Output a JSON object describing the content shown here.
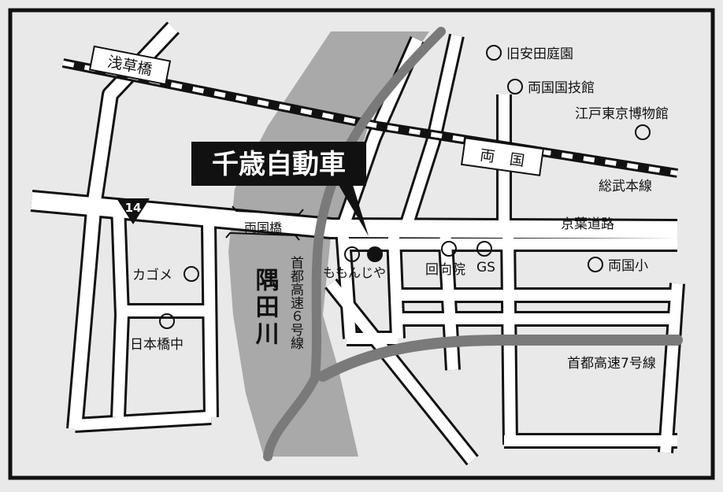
{
  "title": "千歳自動車",
  "stations": {
    "asakusabashi": "浅草橋",
    "ryogoku": "両　国"
  },
  "railway_line": "総武本線",
  "roads": {
    "route_number": "14",
    "keiyo_road": "京葉道路",
    "ryogoku_bridge": "両国橋",
    "expressway_6": "首都高速６号線",
    "expressway_7": "首都高速7号線"
  },
  "river": "隅田川",
  "landmarks": {
    "kyu_yasuda": "旧安田庭園",
    "kokugikan": "両国国技館",
    "edo_museum": "江戸東京博物館",
    "momonjiya": "ももんじや",
    "ekoin": "回向院",
    "gs": "GS",
    "ryogoku_elementary": "両国小",
    "kagome": "カゴメ",
    "nihonbashi_jhs": "日本橋中"
  },
  "colors": {
    "background": "#e9e9e9",
    "road": "#ffffff",
    "outline": "#111111",
    "river": "#a9a9a9",
    "expressway": "#7a7a7a",
    "title_box": "#111111",
    "title_text": "#ffffff"
  }
}
